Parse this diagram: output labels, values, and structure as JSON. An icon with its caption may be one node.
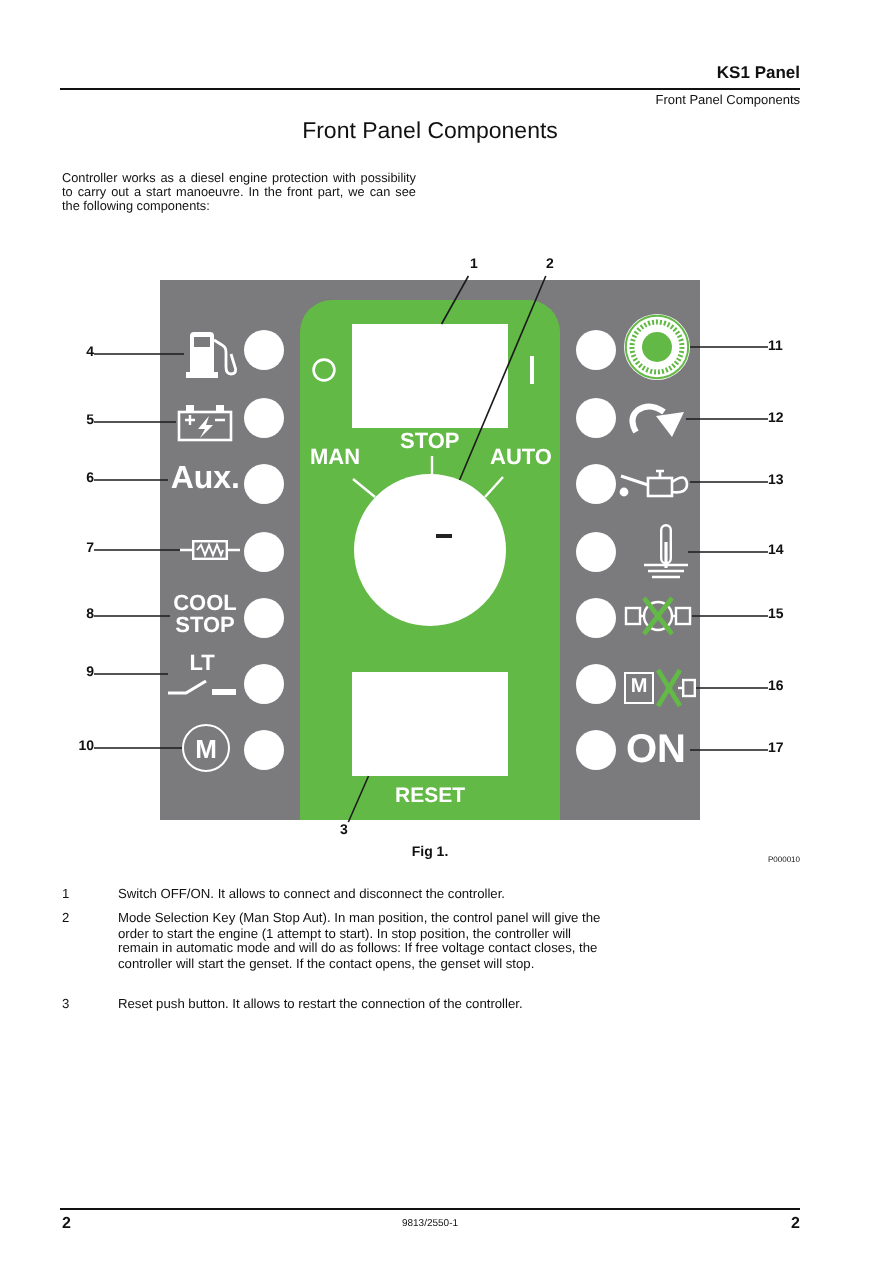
{
  "diagram": {
    "title": "Front Panel Components",
    "caption": "Fig 1.",
    "nodes": [
      {
        "text": [],
        "shape": "box"
      },
      {
        "text": [],
        "shape": "box",
        "in": 0
      },
      {
        "text": [],
        "shape": "box",
        "in": 1
      },
      {
        "text": [],
        "shape": "circle",
        "in": 1
      },
      {
        "text": [],
        "shape": "box",
        "in": 1,
        "beside": [
          "RESET"
        ]
      },
      {
        "text": [],
        "shape": "picture",
        "in": 0
      },
      {
        "text": [],
        "shape": "picture",
        "in": 0
      },
      {
        "text": [
          "Aux."
        ],
        "in": 0
      },
      {
        "text": [],
        "shape": "picture",
        "in": 0
      },
      {
        "text": [
          "COOL STOP"
        ],
        "in": 0
      },
      {
        "text": [
          "LT"
        ],
        "in": 0
      },
      {
        "text": [
          "M"
        ],
        "in": 0
      },
      {
        "text": [],
        "shape": "picture",
        "in": 0
      },
      {
        "text": [],
        "shape": "picture",
        "in": 0
      },
      {
        "text": [],
        "shape": "picture",
        "in": 0
      },
      {
        "text": [],
        "shape": "picture",
        "in": 0
      },
      {
        "text": [],
        "shape": "picture",
        "in": 0
      },
      {
        "text": [
          "M"
        ],
        "in": 0
      },
      {
        "text": [
          "ON"
        ],
        "in": 0
      },
      {
        "text": [
          "1"
        ]
      },
      {
        "text": [
          "2"
        ]
      },
      {
        "text": [
          "3"
        ]
      },
      {
        "text": [
          "4"
        ]
      },
      {
        "text": [
          "5"
        ]
      },
      {
        "text": [
          "6"
        ]
      },
      {
        "text": [
          "7"
        ]
      },
      {
        "text": [
          "8"
        ]
      },
      {
        "text": [
          "9"
        ]
      },
      {
        "text": [
          "10"
        ]
      },
      {
        "text": [
          "11"
        ]
      },
      {
        "text": [
          "12"
        ]
      },
      {
        "text": [
          "13"
        ]
      },
      {
        "text": [
          "14"
        ]
      },
      {
        "text": [
          "15"
        ]
      },
      {
        "text": [
          "16"
        ]
      },
      {
        "text": [
          "17"
        ]
      }
    ],
    "edges": [
      {
        "from": 19,
        "to": 2,
        "arrow": "none"
      },
      {
        "from": 20,
        "to": 3,
        "arrow": "none"
      },
      {
        "from": 21,
        "to": 4,
        "arrow": "none"
      },
      {
        "from": 22,
        "to": 5,
        "arrow": "none"
      },
      {
        "from": 23,
        "to": 6,
        "arrow": "none"
      },
      {
        "from": 24,
        "to": 7,
        "arrow": "none"
      },
      {
        "from": 25,
        "to": 8,
        "arrow": "none"
      },
      {
        "from": 26,
        "to": 9,
        "arrow": "none"
      },
      {
        "from": 27,
        "to": 10,
        "arrow": "none"
      },
      {
        "from": 28,
        "to": 11,
        "arrow": "none"
      },
      {
        "from": 29,
        "to": 12,
        "arrow": "none"
      },
      {
        "from": 30,
        "to": 13,
        "arrow": "none"
      },
      {
        "from": 31,
        "to": 14,
        "arrow": "none"
      },
      {
        "from": 32,
        "to": 15,
        "arrow": "none"
      },
      {
        "from": 33,
        "to": 16,
        "arrow": "none"
      },
      {
        "from": 34,
        "to": 17,
        "arrow": "none"
      },
      {
        "from": 35,
        "to": 18,
        "arrow": "none"
      }
    ],
    "labels": [
      "KS1 Panel",
      "Front Panel Components",
      "Controller works as a diesel engine protection with possibility to carry out a start manoeuvre. In the front part, we can see the following components:",
      "STOP",
      "MAN",
      "AUTO",
      "P000010",
      "1",
      "Switch OFF/ON. It allows to connect and disconnect the controller.",
      "2",
      "Mode Selection Key (Man Stop Aut). In man position, the control panel will give the order to start the engine (1 attempt to start). In stop position, the controller will remain in automatic mode and will do as follows: If free voltage contact closes, the controller will start the genset. If the contact opens, the genset will stop.",
      "3",
      "Reset push button. It allows to restart the connection of the controller.",
      "2",
      "9813/2550-1",
      "2"
    ]
  }
}
